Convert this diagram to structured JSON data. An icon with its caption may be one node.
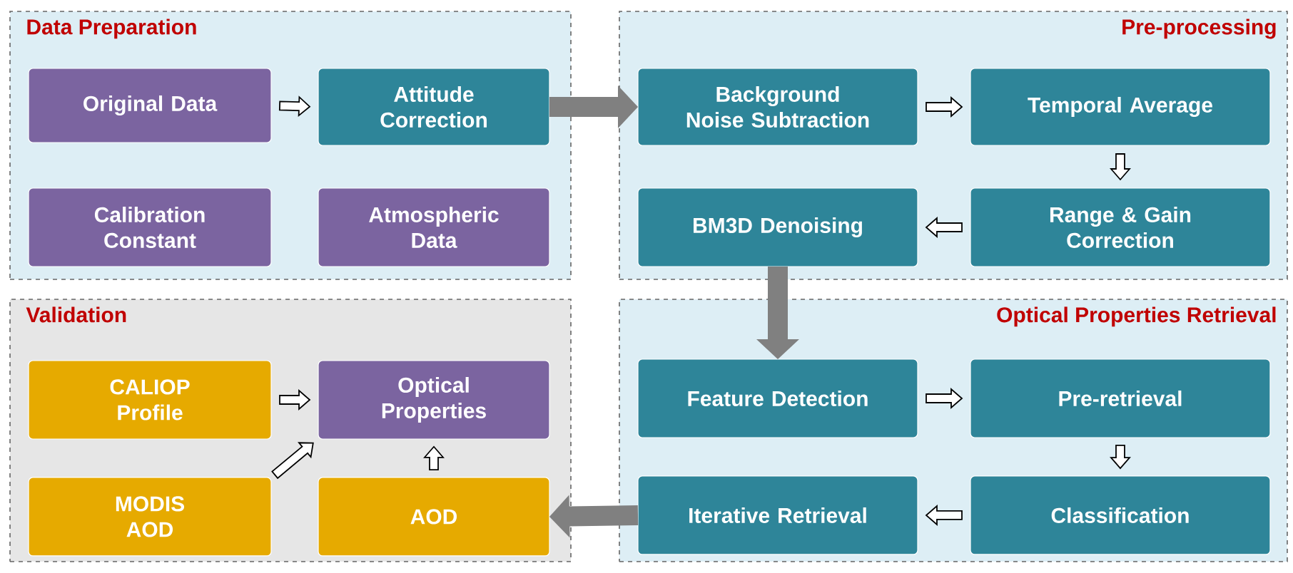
{
  "diagram": {
    "nodes": [
      {
        "text": [
          "Data Preparation"
        ]
      },
      {
        "text": [
          "Original Data"
        ],
        "in": 0
      },
      {
        "text": [
          "Attitude Correction"
        ],
        "in": 0
      },
      {
        "text": [
          "Calibration Constant"
        ],
        "in": 0
      },
      {
        "text": [
          "Atmospheric Data"
        ],
        "in": 0
      },
      {
        "text": [
          "Pre-processing"
        ]
      },
      {
        "text": [
          "Background Noise Subtraction"
        ],
        "in": 5
      },
      {
        "text": [
          "Temporal Average"
        ],
        "in": 5
      },
      {
        "text": [
          "BM3D Denoising"
        ],
        "in": 5
      },
      {
        "text": [
          "Range & Gain Correction"
        ],
        "in": 5
      },
      {
        "text": [
          "Validation"
        ]
      },
      {
        "text": [
          "CALIOP Profile"
        ],
        "in": 10
      },
      {
        "text": [
          "Optical Properties"
        ],
        "in": 10
      },
      {
        "text": [
          "MODIS AOD"
        ],
        "in": 10
      },
      {
        "text": [
          "AOD"
        ],
        "in": 10
      },
      {
        "text": [
          "Optical Properties Retrieval"
        ]
      },
      {
        "text": [
          "Feature Detection"
        ],
        "in": 15
      },
      {
        "text": [
          "Pre-retrieval"
        ],
        "in": 15
      },
      {
        "text": [
          "Iterative Retrieval"
        ],
        "in": 15
      },
      {
        "text": [
          "Classification"
        ],
        "in": 15
      }
    ],
    "edges": [
      {
        "from": 1,
        "to": 2,
        "arrow": "to"
      },
      {
        "from": 2,
        "to": 6,
        "arrow": "to",
        "style": "thick",
        "color": "#808080"
      },
      {
        "from": 6,
        "to": 7,
        "arrow": "to"
      },
      {
        "from": 7,
        "to": 9,
        "arrow": "to"
      },
      {
        "from": 9,
        "to": 8,
        "arrow": "to"
      },
      {
        "from": 8,
        "to": 16,
        "arrow": "to",
        "style": "thick",
        "color": "#808080"
      },
      {
        "from": 16,
        "to": 17,
        "arrow": "to"
      },
      {
        "from": 17,
        "to": 19,
        "arrow": "to"
      },
      {
        "from": 19,
        "to": 18,
        "arrow": "to"
      },
      {
        "from": 18,
        "to": 14,
        "arrow": "to",
        "style": "thick",
        "color": "#808080"
      },
      {
        "from": 11,
        "to": 12,
        "arrow": "to"
      },
      {
        "from": 13,
        "to": 12,
        "arrow": "to"
      },
      {
        "from": 14,
        "to": 12,
        "arrow": "to"
      }
    ]
  }
}
